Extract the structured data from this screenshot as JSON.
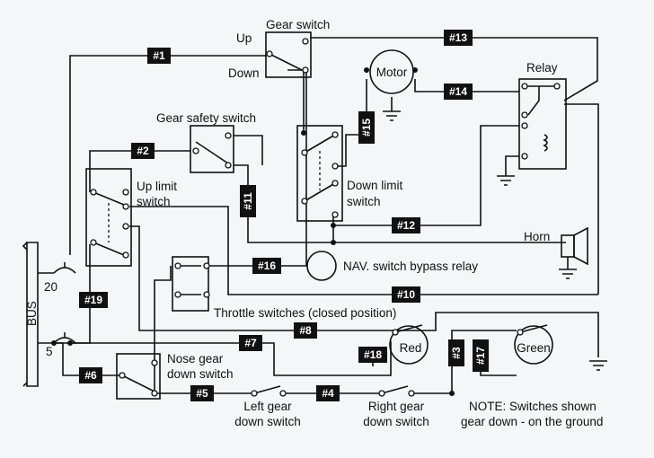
{
  "labels": {
    "gear_switch": "Gear switch",
    "up": "Up",
    "down": "Down",
    "motor": "Motor",
    "relay": "Relay",
    "gear_safety_switch": "Gear safety switch",
    "up_limit_1": "Up limit",
    "up_limit_2": "switch",
    "down_limit_1": "Down limit",
    "down_limit_2": "switch",
    "horn": "Horn",
    "nav_bypass": "NAV. switch bypass relay",
    "throttle": "Throttle switches (closed position)",
    "bus": "BUS",
    "cb_20": "20",
    "cb_5": "5",
    "nose_gear_1": "Nose gear",
    "nose_gear_2": "down switch",
    "red": "Red",
    "green": "Green",
    "left_gear_1": "Left gear",
    "left_gear_2": "down switch",
    "right_gear_1": "Right gear",
    "right_gear_2": "down switch",
    "note_1": "NOTE: Switches shown",
    "note_2": "gear down - on the ground"
  },
  "wire_tags": {
    "w1": "#1",
    "w2": "#2",
    "w3": "#3",
    "w4": "#4",
    "w5": "#5",
    "w6": "#6",
    "w7": "#7",
    "w8": "#8",
    "w10": "#10",
    "w11": "#11",
    "w12": "#12",
    "w13": "#13",
    "w14": "#14",
    "w15": "#15",
    "w16": "#16",
    "w17": "#17",
    "w18": "#18",
    "w19": "#19"
  }
}
